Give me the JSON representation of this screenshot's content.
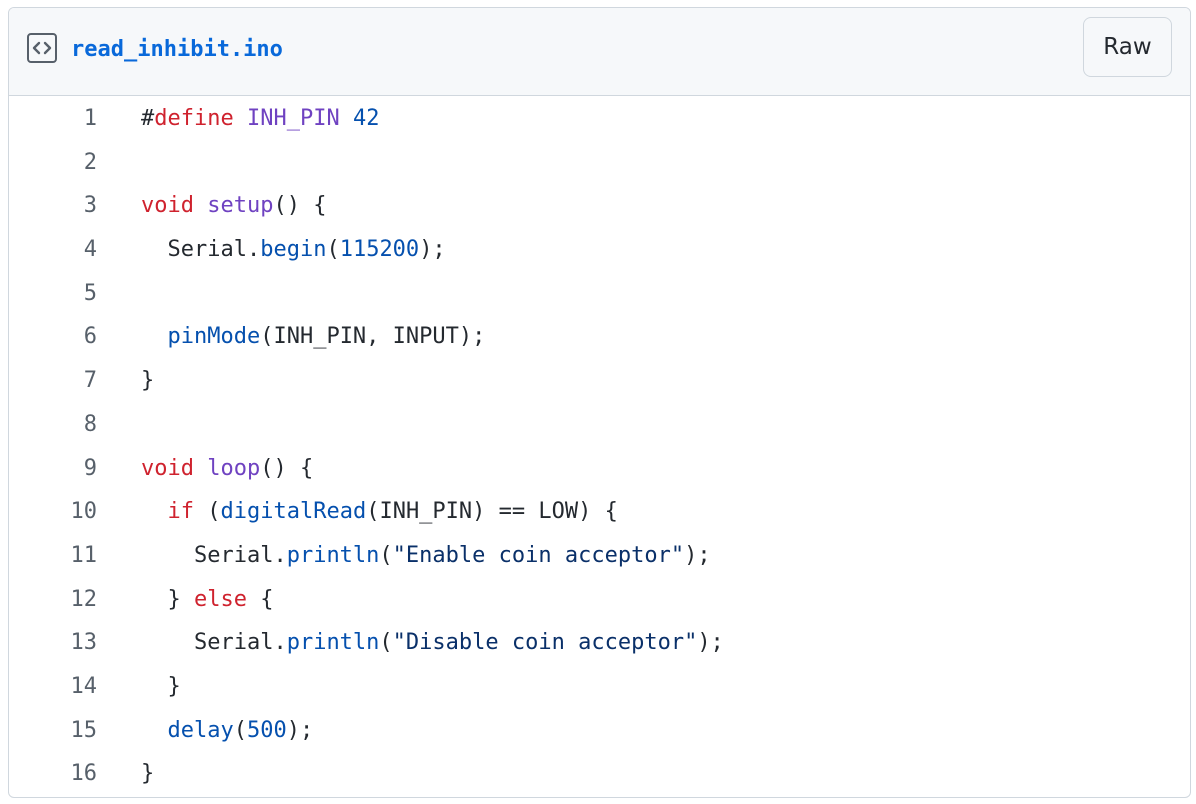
{
  "header": {
    "file_icon": "file-code-icon",
    "file_name": "read_inhibit.ino",
    "raw_label": "Raw"
  },
  "colors": {
    "keyword": "#cf222e",
    "function": "#6f42c1",
    "constant": "#0550ae",
    "string": "#0a3069",
    "plain": "#24292f",
    "line_number": "#57606a",
    "link": "#0969da"
  },
  "code": {
    "lines": [
      {
        "num": "1",
        "tokens": [
          {
            "t": "#",
            "k": "plain"
          },
          {
            "t": "define",
            "k": "kw"
          },
          {
            "t": " ",
            "k": "plain"
          },
          {
            "t": "INH_PIN",
            "k": "fn"
          },
          {
            "t": " ",
            "k": "plain"
          },
          {
            "t": "42",
            "k": "const"
          }
        ]
      },
      {
        "num": "2",
        "tokens": []
      },
      {
        "num": "3",
        "tokens": [
          {
            "t": "void",
            "k": "kw"
          },
          {
            "t": " ",
            "k": "plain"
          },
          {
            "t": "setup",
            "k": "fn"
          },
          {
            "t": "() {",
            "k": "plain"
          }
        ]
      },
      {
        "num": "4",
        "tokens": [
          {
            "t": "  Serial.",
            "k": "plain"
          },
          {
            "t": "begin",
            "k": "const"
          },
          {
            "t": "(",
            "k": "plain"
          },
          {
            "t": "115200",
            "k": "const"
          },
          {
            "t": ");",
            "k": "plain"
          }
        ]
      },
      {
        "num": "5",
        "tokens": []
      },
      {
        "num": "6",
        "tokens": [
          {
            "t": "  ",
            "k": "plain"
          },
          {
            "t": "pinMode",
            "k": "const"
          },
          {
            "t": "(INH_PIN, INPUT);",
            "k": "plain"
          }
        ]
      },
      {
        "num": "7",
        "tokens": [
          {
            "t": "}",
            "k": "plain"
          }
        ]
      },
      {
        "num": "8",
        "tokens": []
      },
      {
        "num": "9",
        "tokens": [
          {
            "t": "void",
            "k": "kw"
          },
          {
            "t": " ",
            "k": "plain"
          },
          {
            "t": "loop",
            "k": "fn"
          },
          {
            "t": "() {",
            "k": "plain"
          }
        ]
      },
      {
        "num": "10",
        "tokens": [
          {
            "t": "  ",
            "k": "plain"
          },
          {
            "t": "if",
            "k": "kw"
          },
          {
            "t": " (",
            "k": "plain"
          },
          {
            "t": "digitalRead",
            "k": "const"
          },
          {
            "t": "(INH_PIN) == LOW) {",
            "k": "plain"
          }
        ]
      },
      {
        "num": "11",
        "tokens": [
          {
            "t": "    Serial.",
            "k": "plain"
          },
          {
            "t": "println",
            "k": "const"
          },
          {
            "t": "(",
            "k": "plain"
          },
          {
            "t": "\"Enable coin acceptor\"",
            "k": "str"
          },
          {
            "t": ");",
            "k": "plain"
          }
        ]
      },
      {
        "num": "12",
        "tokens": [
          {
            "t": "  } ",
            "k": "plain"
          },
          {
            "t": "else",
            "k": "kw"
          },
          {
            "t": " {",
            "k": "plain"
          }
        ]
      },
      {
        "num": "13",
        "tokens": [
          {
            "t": "    Serial.",
            "k": "plain"
          },
          {
            "t": "println",
            "k": "const"
          },
          {
            "t": "(",
            "k": "plain"
          },
          {
            "t": "\"Disable coin acceptor\"",
            "k": "str"
          },
          {
            "t": ");",
            "k": "plain"
          }
        ]
      },
      {
        "num": "14",
        "tokens": [
          {
            "t": "  }",
            "k": "plain"
          }
        ]
      },
      {
        "num": "15",
        "tokens": [
          {
            "t": "  ",
            "k": "plain"
          },
          {
            "t": "delay",
            "k": "const"
          },
          {
            "t": "(",
            "k": "plain"
          },
          {
            "t": "500",
            "k": "const"
          },
          {
            "t": ");",
            "k": "plain"
          }
        ]
      },
      {
        "num": "16",
        "tokens": [
          {
            "t": "}",
            "k": "plain"
          }
        ]
      }
    ]
  }
}
